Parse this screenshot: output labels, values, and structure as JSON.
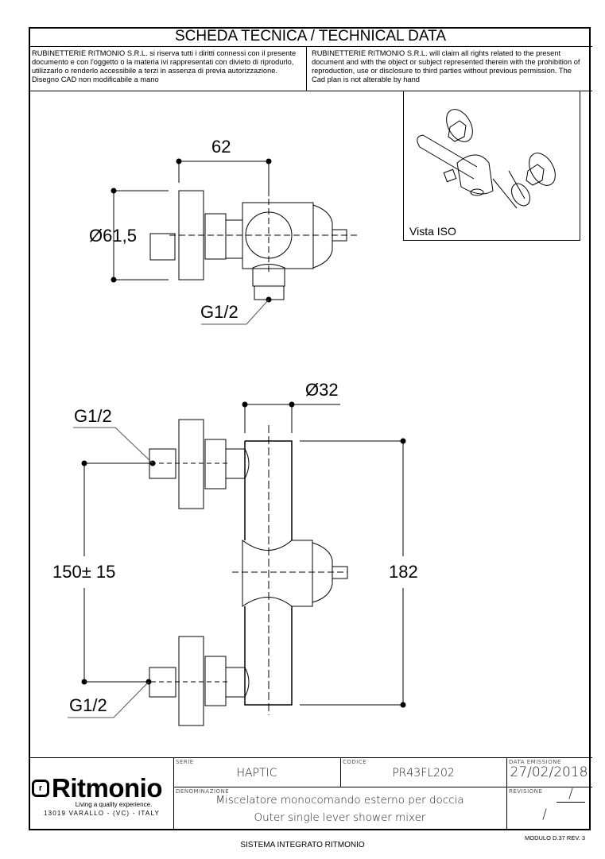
{
  "header": {
    "title": "SCHEDA TECNICA / TECHNICAL DATA",
    "notice_it": "RUBINETTERIE RITMONIO S.R.L. si riserva tutti i diritti connessi con il presente documento e con l'oggetto o la materia ivi rappresentati con divieto di riprodurlo, utilizzarlo o renderlo accessibile a terzi in assenza di previa autorizzazione. Disegno CAD non modificabile a mano",
    "notice_en": "RUBINETTERIE RITMONIO S.R.L. will claim all rights related to the present document and with the object or subject represented therein with the prohibition  of reproduction, use or disclosure to third parties without previous permission.  The Cad plan is not alterable by hand"
  },
  "drawing": {
    "top_view": {
      "dim_width": "62",
      "dim_diameter": "Ø61,5",
      "connection": "G1/2"
    },
    "front_view": {
      "dim_diameter": "Ø32",
      "connection_top": "G1/2",
      "connection_bottom": "G1/2",
      "dim_centers": "150± 15",
      "dim_height": "182"
    },
    "iso_label": "Vista ISO"
  },
  "title_block": {
    "brand": "Ritmonio",
    "tagline": "Living a quality experience.",
    "address": "13019 VARALLO - (VC) - ITALY",
    "serie_label": "SERIE",
    "serie": "HAPTIC",
    "codice_label": "CODICE",
    "codice": "PR43FL202",
    "data_label": "DATA EMISSIONE",
    "data": "27/02/2018",
    "denominazione_label": "DENOMINAZIONE",
    "denominazione_it": "Miscelatore monocomando esterno per doccia",
    "denominazione_en": "Outer single lever shower mixer",
    "revisione_label": "REVISIONE",
    "revisione_1": "/",
    "revisione_2": "/"
  },
  "footer": {
    "system": "SISTEMA INTEGRATO RITMONIO",
    "module": "MODULO D.37 REV. 3"
  }
}
